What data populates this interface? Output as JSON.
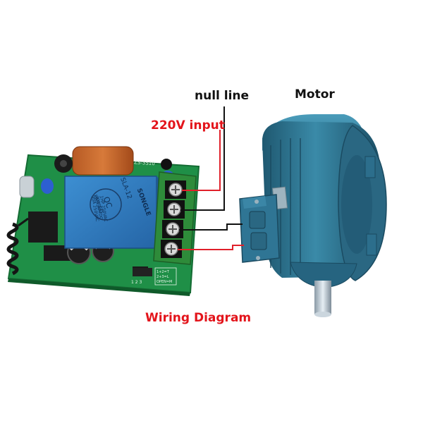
{
  "labels": {
    "null_line": "null line",
    "motor": "Motor",
    "input_220v": "220V input",
    "wiring_diagram": "Wiring Diagram"
  },
  "components": {
    "relay_top_text": "SLA-12",
    "relay_brand": "SONGLE",
    "relay_qc": "QC",
    "relay_passed": "PASSED",
    "relay_ratings": [
      "30A 250VAC",
      "30A 14VDC",
      "1HP 250VAC"
    ],
    "board_silkscreen": "ZS-3S10",
    "jumper_pins": "1 2 3",
    "jumper_modes": [
      "1+2=T",
      "2+3=L",
      "OPEN=M"
    ]
  },
  "colors": {
    "red_label": "#e3141b",
    "black_label": "#111111",
    "pcb_green": "#1f8f47",
    "relay_blue": "#2f7fc4",
    "motor_blue": "#2c6e8c",
    "terminal_green": "#2e8b3a",
    "wire_red": "#e0202a",
    "wire_black": "#111111"
  }
}
